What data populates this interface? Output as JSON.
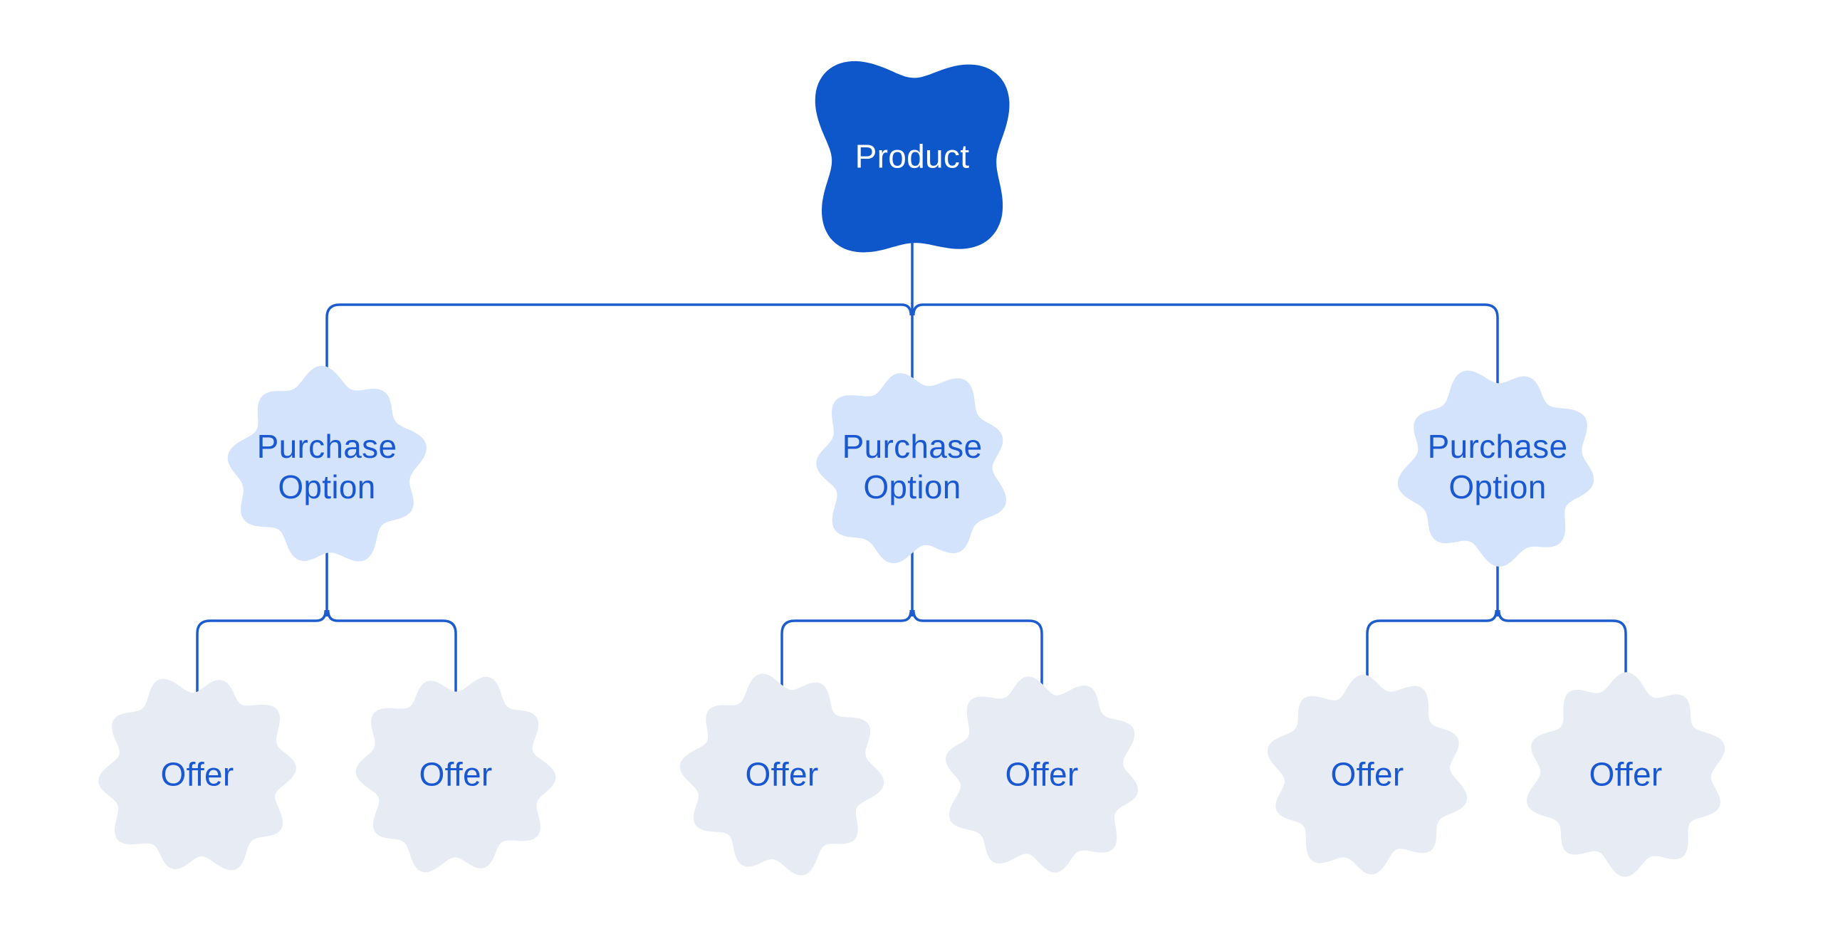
{
  "colors": {
    "background": "#ffffff",
    "product_fill": "#0e57cb",
    "product_text": "#ffffff",
    "purchase_fill": "#d3e3fc",
    "offer_fill": "#e7ebf4",
    "node_text": "#1a58d2",
    "connector": "#1c5cce"
  },
  "tree": {
    "root": {
      "label": "Product"
    },
    "purchase_options": [
      {
        "label": "Purchase Option",
        "label_line1": "Purchase",
        "label_line2": "Option",
        "offers": [
          {
            "label": "Offer"
          },
          {
            "label": "Offer"
          }
        ]
      },
      {
        "label": "Purchase Option",
        "label_line1": "Purchase",
        "label_line2": "Option",
        "offers": [
          {
            "label": "Offer"
          },
          {
            "label": "Offer"
          }
        ]
      },
      {
        "label": "Purchase Option",
        "label_line1": "Purchase",
        "label_line2": "Option",
        "offers": [
          {
            "label": "Offer"
          },
          {
            "label": "Offer"
          }
        ]
      }
    ]
  }
}
